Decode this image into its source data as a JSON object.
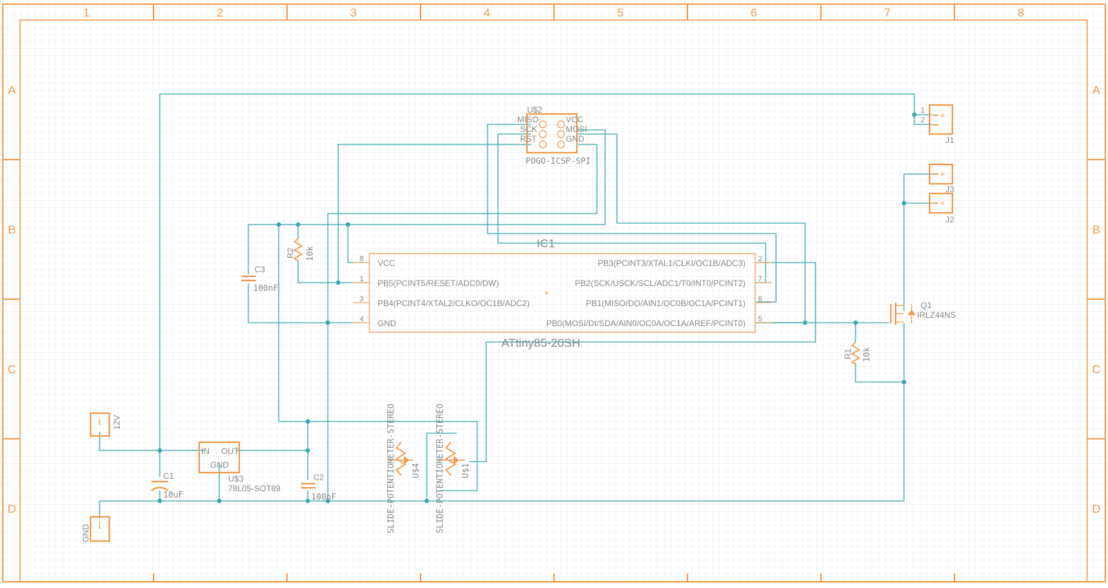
{
  "frame": {
    "columns": [
      "1",
      "2",
      "3",
      "4",
      "5",
      "6",
      "7",
      "8"
    ],
    "rows": [
      "A",
      "B",
      "C",
      "D"
    ]
  },
  "colors": {
    "frame": "#f29a4a",
    "wire": "#3aa6ad",
    "text": "#8a8a8a",
    "grid": "#dde3ea",
    "background": "#ffffff"
  },
  "ic1": {
    "name": "IC1",
    "value": "ATtiny85-20SH",
    "left_pins": [
      {
        "num": "8",
        "label": "VCC"
      },
      {
        "num": "1",
        "label": "PB5(PCINT5/RESET/ADC0/DW)"
      },
      {
        "num": "3",
        "label": "PB4(PCINT4/XTAL2/CLKO/OC1B/ADC2)"
      },
      {
        "num": "4",
        "label": "GND"
      }
    ],
    "right_pins": [
      {
        "num": "2",
        "label": "PB3(PCINT3/XTAL1/CLKI/OC1B/ADC3)"
      },
      {
        "num": "7",
        "label": "PB2(SCK/USCK/SCL/ADC1/T0/INT0/PCINT2)"
      },
      {
        "num": "6",
        "label": "PB1(MISO/DO/AIN1/OC0B/OC1A/PCINT1)"
      },
      {
        "num": "5",
        "label": "PB0(MOSI/DI/SDA/AIN0/OC0A/OC1A/AREF/PCINT0)"
      }
    ]
  },
  "u2": {
    "name": "U$2",
    "value": "POGO-ICSP-SPI",
    "left_pins": [
      "MISO",
      "SCK",
      "RST"
    ],
    "right_pins": [
      "VCC",
      "MOSI",
      "GND"
    ]
  },
  "u3": {
    "name": "U$3",
    "value": "78L05-SOT89",
    "in": "IN",
    "out": "OUT",
    "gnd": "GND"
  },
  "u4": {
    "name": "U$4",
    "value": "SLIDE-POTENTIOMETER-STEREO"
  },
  "u1": {
    "name": "U$1",
    "value": "SLIDE-POTENTIOMETER-STEREO"
  },
  "r1": {
    "name": "R1",
    "value": "10k"
  },
  "r2": {
    "name": "R2",
    "value": "10k"
  },
  "c1": {
    "name": "C1",
    "value": "10uF"
  },
  "c2": {
    "name": "C2",
    "value": "100nF"
  },
  "c3": {
    "name": "C3",
    "value": "100nF"
  },
  "q1": {
    "name": "Q1",
    "value": "IRLZ44NS"
  },
  "j1": {
    "name": "J1",
    "pins": [
      "1",
      "2"
    ]
  },
  "j2": {
    "name": "J2"
  },
  "j3": {
    "name": "J3"
  },
  "supply_12v": {
    "label": "12V"
  },
  "supply_gnd": {
    "label": "GND"
  }
}
